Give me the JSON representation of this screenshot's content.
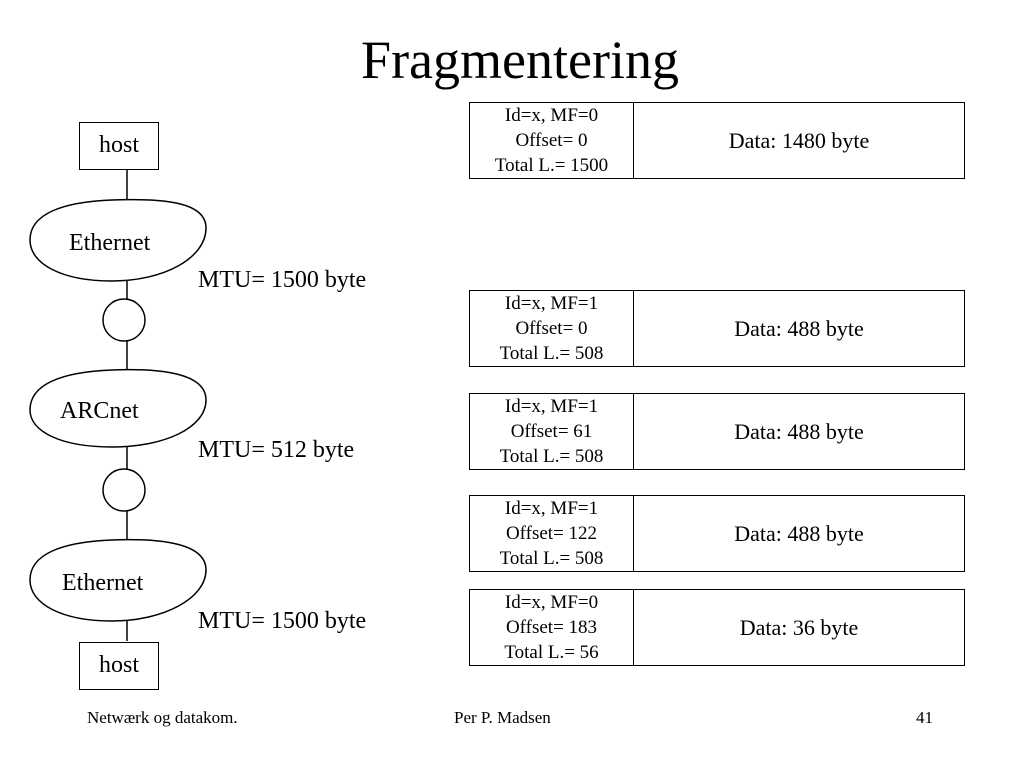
{
  "title": "Fragmentering",
  "topology": {
    "top_host": "host",
    "bottom_host": "host",
    "networks": [
      {
        "label": "Ethernet",
        "mtu": "MTU= 1500 byte"
      },
      {
        "label": "ARCnet",
        "mtu": "MTU= 512 byte"
      },
      {
        "label": "Ethernet",
        "mtu": "MTU= 1500 byte"
      }
    ]
  },
  "original_packet": {
    "header": [
      "Id=x, MF=0",
      "Offset= 0",
      "Total L.= 1500"
    ],
    "data": "Data: 1480 byte"
  },
  "fragments": [
    {
      "header": [
        "Id=x, MF=1",
        "Offset= 0",
        "Total L.= 508"
      ],
      "data": "Data: 488 byte"
    },
    {
      "header": [
        "Id=x, MF=1",
        "Offset= 61",
        "Total L.= 508"
      ],
      "data": "Data: 488 byte"
    },
    {
      "header": [
        "Id=x, MF=1",
        "Offset= 122",
        "Total L.= 508"
      ],
      "data": "Data: 488 byte"
    },
    {
      "header": [
        "Id=x, MF=0",
        "Offset= 183",
        "Total L.= 56"
      ],
      "data": "Data: 36 byte"
    }
  ],
  "footer": {
    "left": "Netwærk og datakom.",
    "center": "Per P. Madsen",
    "right": "41"
  }
}
